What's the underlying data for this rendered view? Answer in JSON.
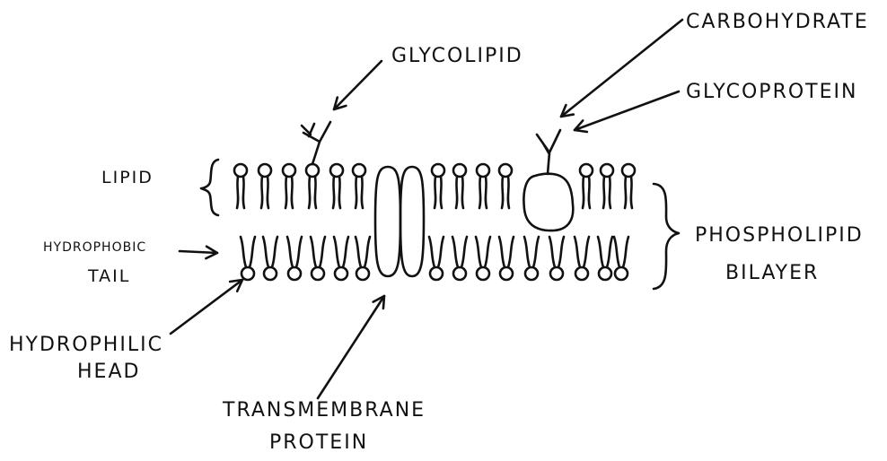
{
  "diagram": {
    "labels": {
      "glycolipid": "GLYCOLIPID",
      "carbohydrate": "CARBOHYDRATE",
      "glycoprotein": "GLYCOPROTEIN",
      "lipid": "LIPID",
      "hydrophobic_tail_line1": "HYDROPHOBIC",
      "hydrophobic_tail_line2": "TAIL",
      "hydrophilic_head_line1": "HYDROPHILIC",
      "hydrophilic_head_line2": "HEAD",
      "transmembrane_line1": "TRANSMEMBRANE",
      "transmembrane_line2": "PROTEIN",
      "phospholipid_line1": "PHOSPHOLIPID",
      "phospholipid_line2": "BILAYER"
    },
    "colors": {
      "ink": "#111111",
      "background": "#ffffff"
    }
  }
}
